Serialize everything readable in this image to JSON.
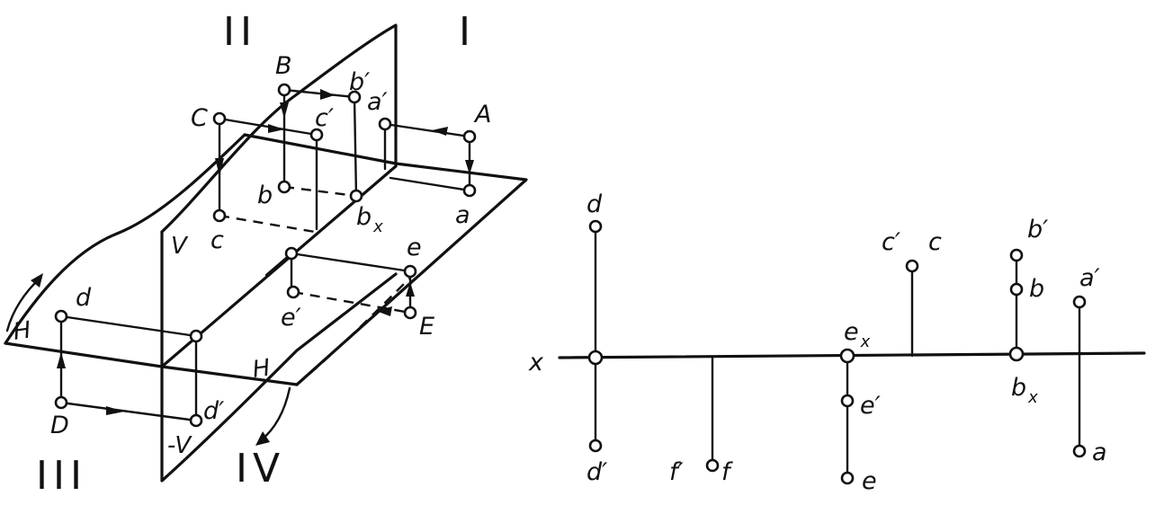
{
  "quadrant_labels": {
    "q1": "I",
    "q2": "II",
    "q3": "III",
    "q4": "IV"
  },
  "plane_labels": {
    "v": "V",
    "neg_v": "-V",
    "h": "H",
    "h2": "H"
  },
  "spatial_points": {
    "A": "A",
    "a": "a",
    "a_prime": "a′",
    "B": "B",
    "b": "b",
    "b_prime": "b′",
    "b_x": "b",
    "C": "C",
    "c": "c",
    "c_prime": "c′",
    "D": "D",
    "d": "d",
    "d_prime": "d′",
    "E": "E",
    "e": "e",
    "e_prime": "e′"
  },
  "epure": {
    "axis_label": "x",
    "subscript_x": "x",
    "d": "d",
    "d_prime": "d′",
    "f_prime": "f′",
    "f": "f",
    "e_x": "e",
    "e_prime": "e′",
    "e": "e",
    "c_prime": "c′",
    "c": "c",
    "b_prime": "b′",
    "b": "b",
    "b_x": "b",
    "a_prime": "a′",
    "a": "a"
  }
}
